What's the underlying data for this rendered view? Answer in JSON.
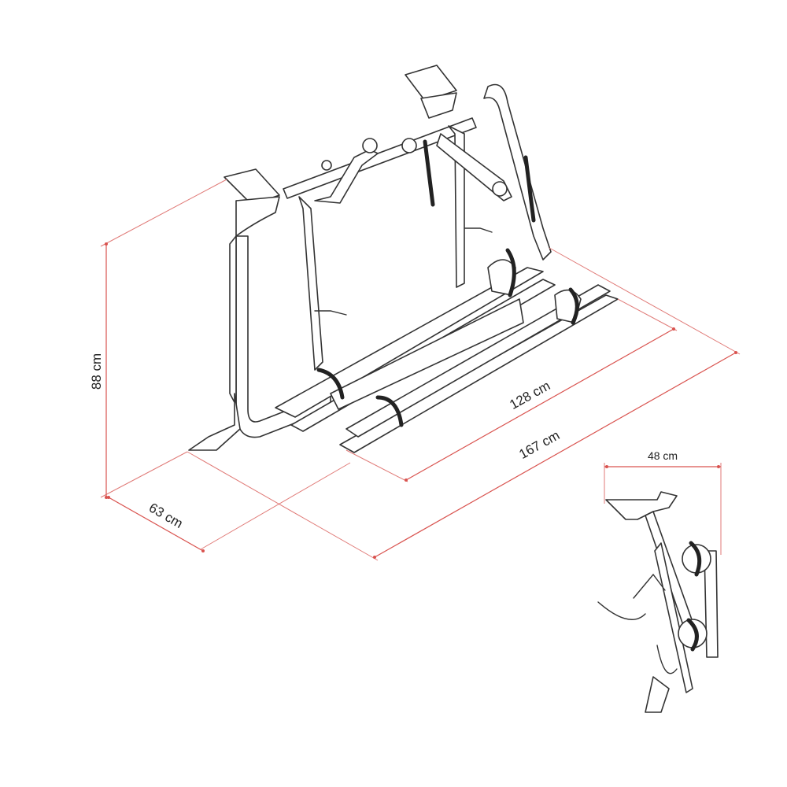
{
  "dimensions": {
    "height": "88 cm",
    "depth": "63 cm",
    "overall_width": "167 cm",
    "rail_length": "128 cm",
    "side_depth": "48 cm"
  },
  "colors": {
    "dimension_line": "#d9534f",
    "drawing_line": "#333333"
  }
}
